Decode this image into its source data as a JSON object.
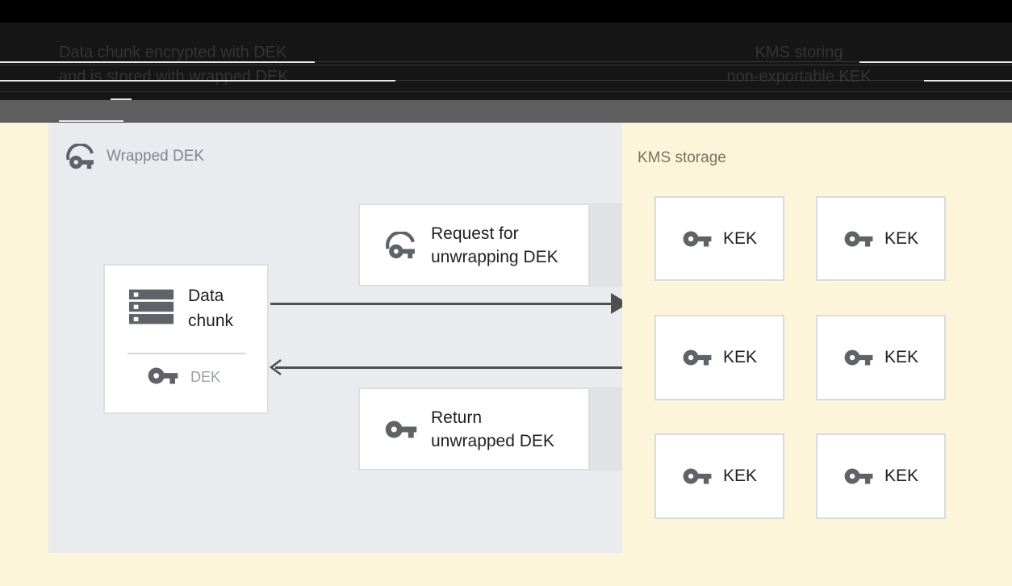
{
  "header": {
    "left_caption": [
      "Data chunk encrypted with DEK",
      "and is stored with wrapped DEK"
    ],
    "right_caption": [
      "KMS storing",
      "non-exportable KEK"
    ]
  },
  "diagram": {
    "wrapped_dek_panel": {
      "label": "Wrapped DEK"
    },
    "data_chunk_box": {
      "lines": [
        "Data",
        "chunk"
      ],
      "key_label": "DEK"
    },
    "request_box": {
      "lines": [
        "Request for",
        "unwrapping DEK"
      ]
    },
    "return_box": {
      "lines": [
        "Return",
        "unwrapped DEK"
      ]
    },
    "kms_panel": {
      "label": "KMS storage",
      "kek_boxes": [
        {
          "label": "KEK"
        },
        {
          "label": "KEK"
        },
        {
          "label": "KEK"
        },
        {
          "label": "KEK"
        },
        {
          "label": "KEK"
        },
        {
          "label": "KEK"
        }
      ]
    }
  },
  "icons": {
    "wrapped_key": "wrapped-key-icon",
    "key": "key-icon",
    "data_chunk": "server-stack-icon"
  },
  "colors": {
    "page_background": "#fcf5da",
    "panel_background": "#e9ebef",
    "header_background": "#161616",
    "divider_band": "#5e5e5e",
    "icon_gray": "#5f6368",
    "arrow_gray": "#4f4f4f",
    "box_border": "#d9dbde",
    "primary_text": "#1f1f1f",
    "muted_text": "#81868b",
    "kms_label_text": "#7a725d"
  }
}
